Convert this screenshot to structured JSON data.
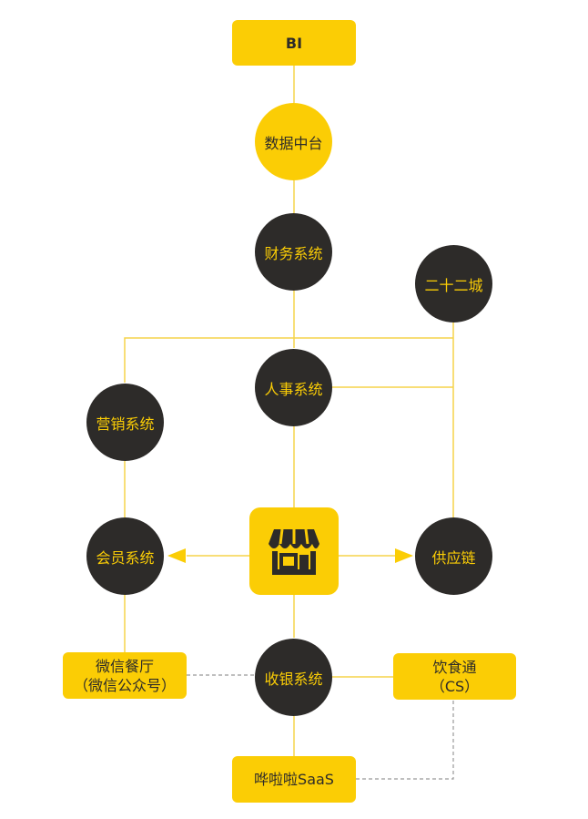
{
  "nodes": {
    "bi": "BI",
    "data_center": "数据中台",
    "finance": "财务系统",
    "ershier": "二十二城",
    "hr": "人事系统",
    "marketing": "营销系统",
    "member": "会员系统",
    "supply": "供应链",
    "wechat_line1": "微信餐厅",
    "wechat_line2": "（微信公众号）",
    "cashier": "收银系统",
    "yinshi_line1": "饮食通",
    "yinshi_line2": "（CS）",
    "hualala": "哗啦啦SaaS"
  },
  "store_icon": "storefront-icon",
  "colors": {
    "yellow": "#fbcd05",
    "dark": "#2d2b29",
    "line": "#f5d44a",
    "dashed": "#999999"
  }
}
